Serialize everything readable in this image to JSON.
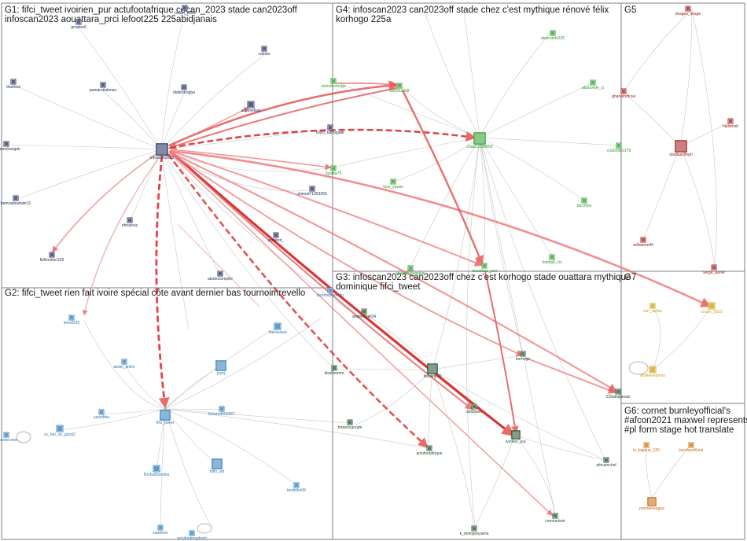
{
  "groups": [
    {
      "id": "G1",
      "title_lines": [
        "G1: fifci_tweet ivoirien_pur actufootafrique cocan_2023 stade can2023off",
        "infoscan2023 aouattara_prci lefoot225 225abidjanais"
      ],
      "color": "#1f2a5c"
    },
    {
      "id": "G2",
      "title_lines": [
        "G2: fifci_tweet rien fait ivoire spécial côte avant dernier bas tournoimrevello"
      ],
      "color": "#2a7ab8"
    },
    {
      "id": "G3",
      "title_lines": [
        "G3: infoscan2023 can2023off chez c'est korhogo stade ouattara mythique",
        "dominique fifci_tweet"
      ],
      "color": "#1e4d2b"
    },
    {
      "id": "G4",
      "title_lines": [
        "G4: infoscan2023 can2023off stade chez c'est mythique rénové félix",
        "korhogo 225a"
      ],
      "color": "#2a9a2a"
    },
    {
      "id": "G5",
      "title_lines": [
        "G5"
      ],
      "color": "#a01818"
    },
    {
      "id": "G6",
      "title_lines": [
        "G6: cornet burnleyofficial's",
        "#afcon2021 maxwel represents",
        "#pl form stage hot translate"
      ],
      "color": "#c86a10"
    },
    {
      "id": "G7",
      "title_lines": [
        "G7"
      ],
      "color": "#c8a010"
    }
  ],
  "nodes": [
    {
      "id": "gnadou6",
      "group": "G1"
    },
    {
      "id": "cocan_2023_g1",
      "label": "cocan_2023",
      "group": "G1"
    },
    {
      "id": "cafobo",
      "group": "G1"
    },
    {
      "id": "blamoul",
      "group": "G1"
    },
    {
      "id": "pamaretiakman",
      "group": "G1"
    },
    {
      "id": "didierdrogba",
      "group": "G1"
    },
    {
      "id": "adjamellasi",
      "group": "G1"
    },
    {
      "id": "baco_kamagate",
      "group": "G1"
    },
    {
      "id": "donatienkangah",
      "group": "G1"
    },
    {
      "id": "infoscan2023",
      "group": "G1"
    },
    {
      "id": "ahmed71063259",
      "group": "G1"
    },
    {
      "id": "bamoaboubakr11",
      "group": "G1"
    },
    {
      "id": "ehiralous",
      "group": "G1"
    },
    {
      "id": "fiefivoirien225",
      "group": "G1"
    },
    {
      "id": "actufoot_",
      "group": "G1"
    },
    {
      "id": "abobocompter",
      "group": "G1"
    },
    {
      "id": "lefoot225",
      "group": "G2"
    },
    {
      "id": "tournoimrevello",
      "group": "G2"
    },
    {
      "id": "trakouasai",
      "group": "G2"
    },
    {
      "id": "abdel_ahlim",
      "group": "G2"
    },
    {
      "id": "jsynj",
      "group": "G2"
    },
    {
      "id": "yasnibba",
      "group": "G2"
    },
    {
      "id": "baranr4565667",
      "group": "G2"
    },
    {
      "id": "fifci_tweet",
      "group": "G2"
    },
    {
      "id": "sc_fan_so_good2",
      "group": "G2"
    },
    {
      "id": "cosurdecoton",
      "group": "G2"
    },
    {
      "id": "fofio_yid",
      "group": "G2"
    },
    {
      "id": "flockadoumbia",
      "group": "G2"
    },
    {
      "id": "berthiho08",
      "group": "G2"
    },
    {
      "id": "ssadeciv",
      "group": "G2"
    },
    {
      "id": "actufootmaghreb",
      "group": "G2"
    },
    {
      "id": "abdelelijalil34",
      "group": "G3"
    },
    {
      "id": "korhogo",
      "group": "G3"
    },
    {
      "id": "ibrahimmm",
      "group": "G3"
    },
    {
      "id": "lbouline35",
      "group": "G3"
    },
    {
      "id": "abidjanis",
      "group": "G3"
    },
    {
      "id": "225abidjanais",
      "group": "G3"
    },
    {
      "id": "fredericgorabi",
      "group": "G3"
    },
    {
      "id": "ivoirien_pur",
      "group": "G3"
    },
    {
      "id": "actufootafrique",
      "group": "G3"
    },
    {
      "id": "africainchef",
      "group": "G3"
    },
    {
      "id": "commelvoir",
      "group": "G3"
    },
    {
      "id": "k_mologonyama",
      "group": "G3"
    },
    {
      "id": "vistonkorhogo",
      "group": "G4"
    },
    {
      "id": "can2023off",
      "group": "G4"
    },
    {
      "id": "abobotele225",
      "group": "G4"
    },
    {
      "id": "abobotele_ci",
      "group": "G4"
    },
    {
      "id": "chap53098800",
      "group": "G4"
    },
    {
      "id": "cria05963178",
      "group": "G4"
    },
    {
      "id": "oyama75",
      "group": "G4"
    },
    {
      "id": "luce_yasan",
      "group": "G4"
    },
    {
      "id": "tacchino",
      "group": "G4"
    },
    {
      "id": "football_civ",
      "group": "G4"
    },
    {
      "id": "aouattara_prci",
      "group": "G4"
    },
    {
      "id": "stadeclubabidjan",
      "group": "G4"
    },
    {
      "id": "images_image",
      "group": "G5"
    },
    {
      "id": "ghanaforficial",
      "group": "G5"
    },
    {
      "id": "hallemsb",
      "group": "G5"
    },
    {
      "id": "stadiaactlegh",
      "group": "G5"
    },
    {
      "id": "williaame45",
      "group": "G5"
    },
    {
      "id": "serge_aurier",
      "group": "G5"
    },
    {
      "id": "carl_online",
      "group": "G7"
    },
    {
      "id": "cocan_2023_g7",
      "label": "cocan_2023",
      "group": "G7"
    },
    {
      "id": "afrilikeexpress",
      "group": "G7"
    },
    {
      "id": "le_logique_225",
      "group": "G6"
    },
    {
      "id": "burnleyofficial",
      "group": "G6"
    },
    {
      "id": "premierleague",
      "group": "G6"
    }
  ]
}
